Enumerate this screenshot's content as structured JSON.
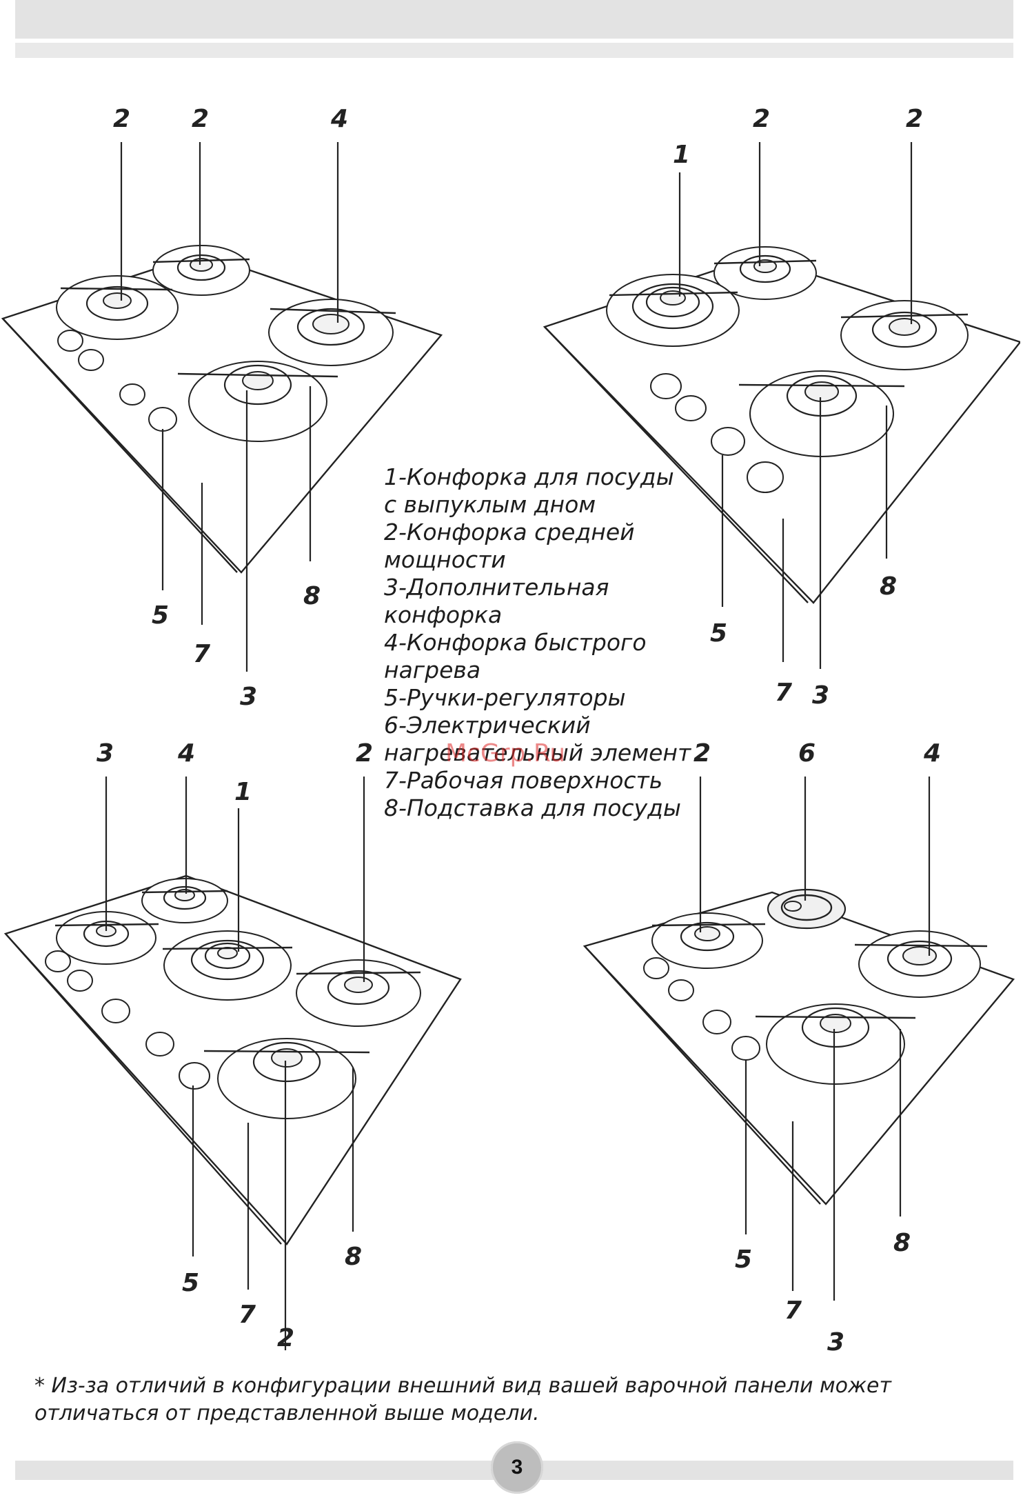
{
  "legend": [
    "1-Конфорка для посуды",
    "с выпуклым дном",
    "2-Конфорка средней",
    "мощности",
    "3-Дополнительная",
    "конфорка",
    "4-Конфорка быстрого",
    "нагрева",
    "5-Ручки-регуляторы",
    "6-Электрический",
    "нагревательный элемент",
    "7-Рабочая поверхность",
    "8-Подставка для посуды"
  ],
  "watermark": "McGrp.Ru",
  "footnote": [
    "* Из-за отличий в конфигурации внешний вид вашей варочной панели может",
    "отличаться от представленной выше модели."
  ],
  "page_number": "3",
  "diagrams": {
    "top_left": {
      "labels": [
        "2",
        "2",
        "4",
        "5",
        "7",
        "8",
        "3"
      ]
    },
    "top_right": {
      "labels": [
        "2",
        "1",
        "2",
        "2",
        "5",
        "8",
        "7",
        "3"
      ]
    },
    "bottom_left": {
      "labels": [
        "3",
        "4",
        "1",
        "2",
        "5",
        "7",
        "8",
        "2"
      ]
    },
    "bottom_right": {
      "labels": [
        "2",
        "6",
        "4",
        "5",
        "8",
        "7",
        "3"
      ]
    }
  }
}
